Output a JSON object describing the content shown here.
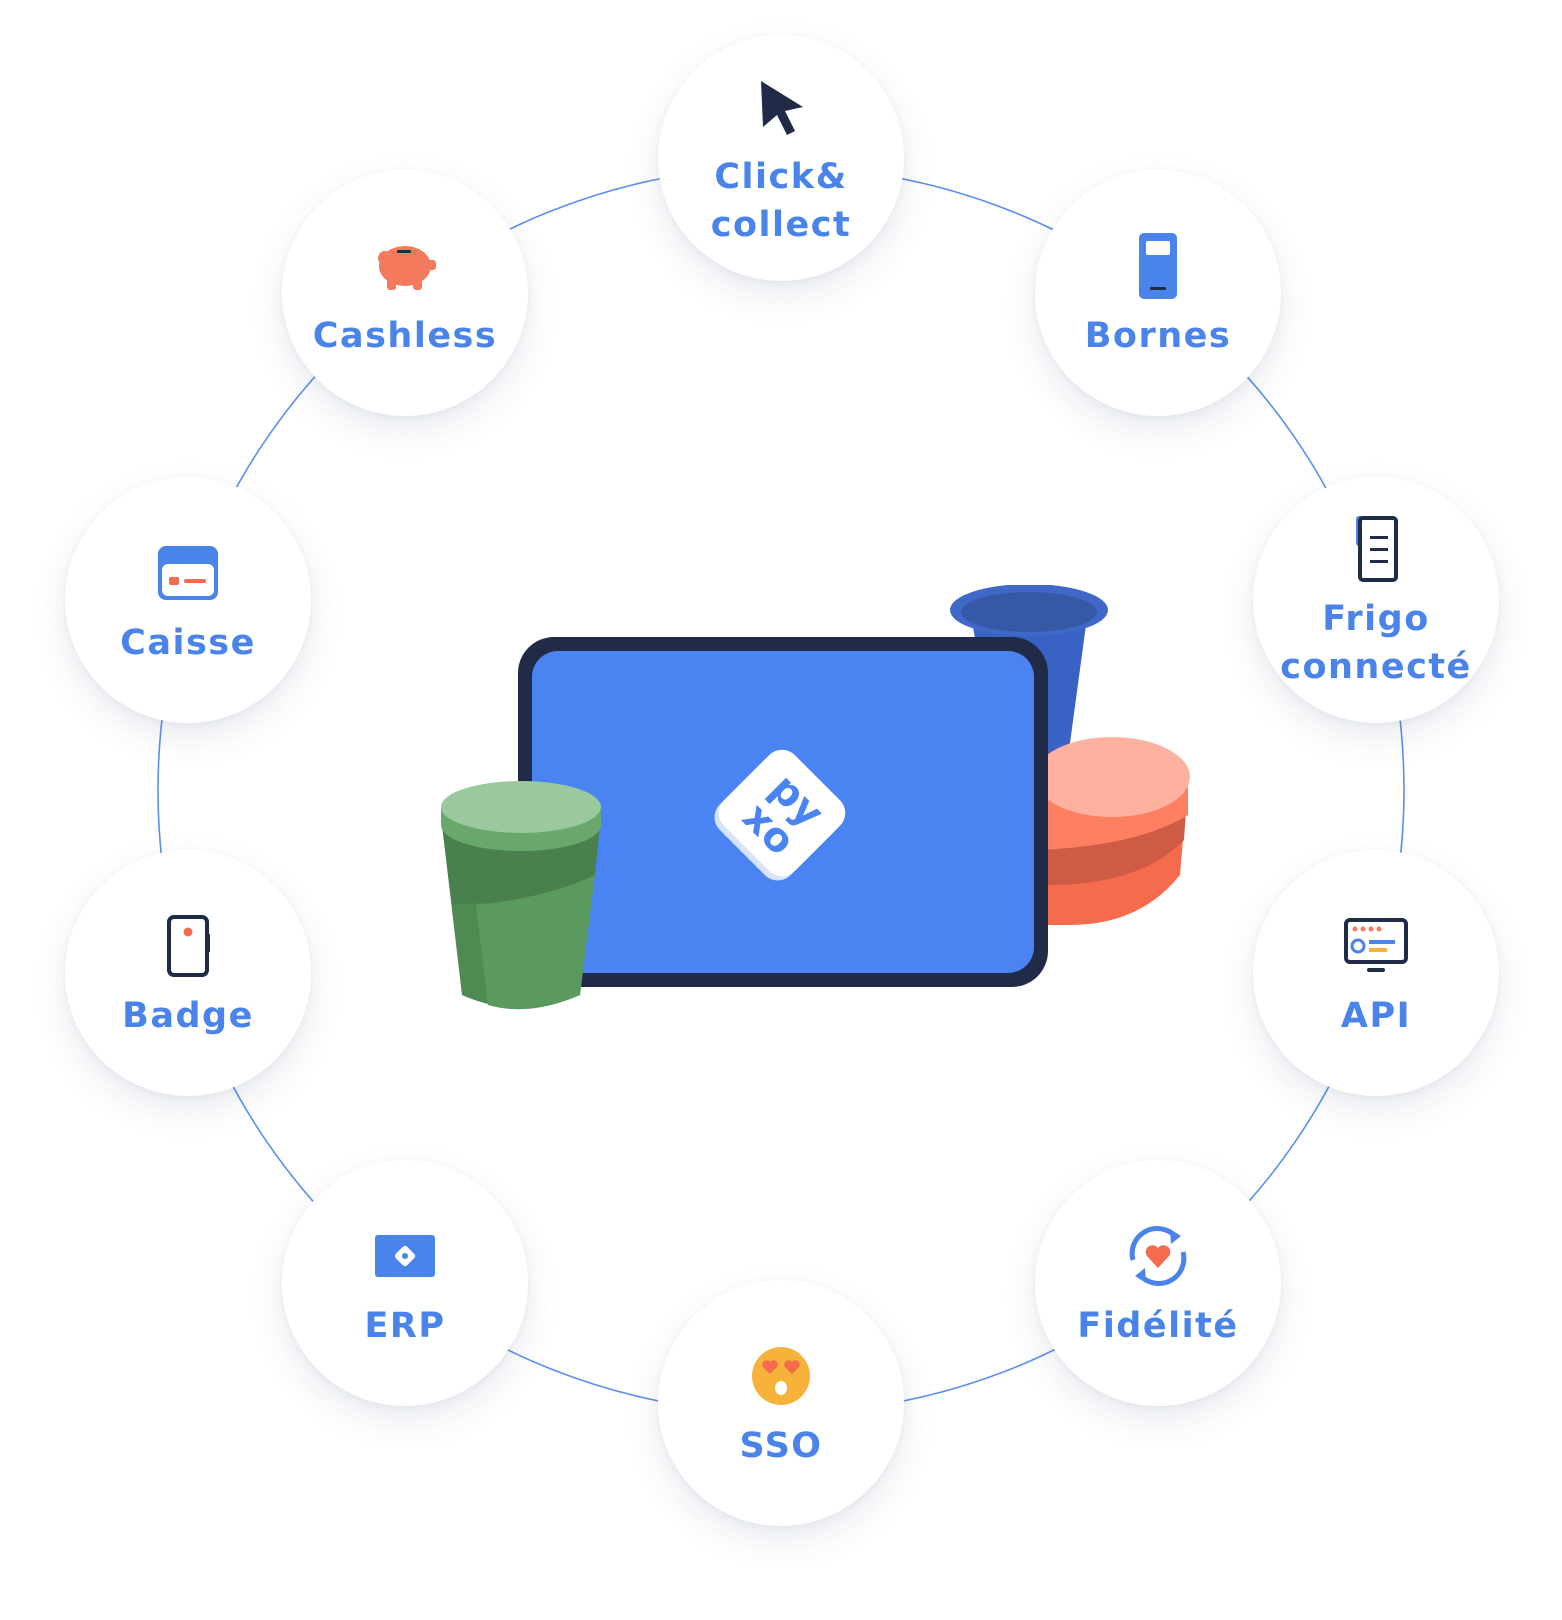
{
  "colors": {
    "label": "#4a84ea",
    "ring": "#5b8ff0",
    "tablet_screen": "#4a84f2",
    "tablet_frame": "#1f2b47",
    "cup_green": "#5a9a62",
    "cup_blue": "#3a62c4",
    "bowl_salmon": "#f47a5d"
  },
  "center": {
    "logo_text_top": "py",
    "logo_text_bottom": "xo",
    "logo_icon": "pyxo-logo-icon"
  },
  "nodes": [
    {
      "id": "click-collect",
      "label": "Click&\ncollect",
      "icon": "cursor-arrow-icon"
    },
    {
      "id": "bornes",
      "label": "Bornes",
      "icon": "kiosk-terminal-icon"
    },
    {
      "id": "frigo",
      "label": "Frigo\nconnecté",
      "icon": "smart-fridge-icon"
    },
    {
      "id": "api",
      "label": "API",
      "icon": "api-monitor-icon"
    },
    {
      "id": "fidelite",
      "label": "Fidélité",
      "icon": "loyalty-heart-icon"
    },
    {
      "id": "sso",
      "label": "SSO",
      "icon": "heart-eyes-emoji-icon"
    },
    {
      "id": "erp",
      "label": "ERP",
      "icon": "erp-card-icon"
    },
    {
      "id": "badge",
      "label": "Badge",
      "icon": "badge-icon"
    },
    {
      "id": "caisse",
      "label": "Caisse",
      "icon": "cash-register-icon"
    },
    {
      "id": "cashless",
      "label": "Cashless",
      "icon": "piggy-bank-icon"
    }
  ]
}
